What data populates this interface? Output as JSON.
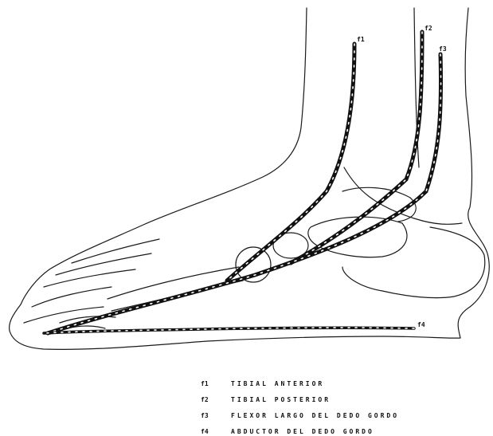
{
  "figure": {
    "tendon_tags": [
      "f1",
      "f2",
      "f3",
      "f4"
    ],
    "legend": [
      {
        "code": "f1",
        "text": "TIBIAL ANTERIOR"
      },
      {
        "code": "f2",
        "text": "TIBIAL POSTERIOR"
      },
      {
        "code": "f3",
        "text": "FLEXOR LARGO DEL DEDO GORDO"
      },
      {
        "code": "f4",
        "text": "ABDUCTOR DEL DEDO GORDO"
      }
    ],
    "colors": {
      "ink": "#111111",
      "paper": "#ffffff"
    }
  }
}
